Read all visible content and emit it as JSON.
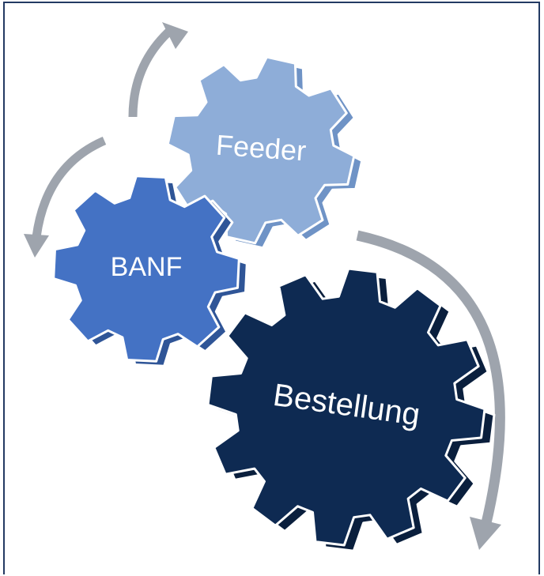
{
  "diagram": {
    "gears": [
      {
        "id": "feeder",
        "label": "Feeder",
        "color": "#8eadd8",
        "side_color": "#6f93c6"
      },
      {
        "id": "banf",
        "label": "BANF",
        "color": "#4472c4",
        "side_color": "#2f5597"
      },
      {
        "id": "bestellung",
        "label": "Bestellung",
        "color": "#0e2a52",
        "side_color": "#0a1f3d"
      }
    ],
    "arrow_color": "#9ea4ad",
    "frame_color": "#233a63"
  }
}
